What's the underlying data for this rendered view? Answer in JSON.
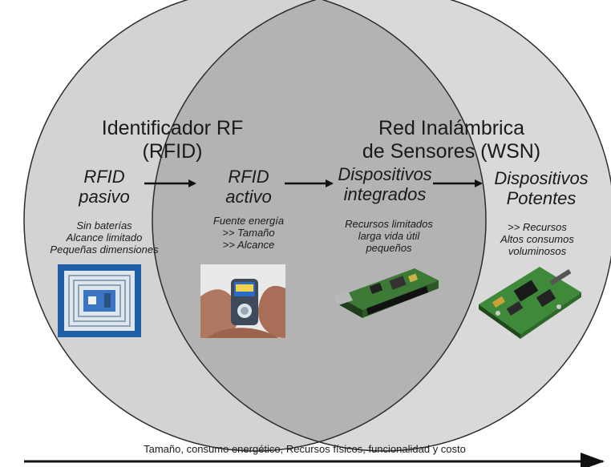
{
  "circles": {
    "left": {
      "title": "Identificador RF\n(RFID)"
    },
    "right": {
      "title": "Red Inalámbrica\nde Sensores (WSN)"
    }
  },
  "stages": [
    {
      "title": "RFID\npasivo",
      "details": "Sin baterías\nAlcance limitado\nPequeñas dimensiones",
      "image": "rfid-tag-icon"
    },
    {
      "title": "RFID\nactivo",
      "details": "Fuente energía\n>> Tamaño\n>> Alcance",
      "image": "active-tag-icon"
    },
    {
      "title": "Dispositivos\nintegrados",
      "details": "Recursos limitados\nlarga vida útil\npequeños",
      "image": "sensor-board-icon"
    },
    {
      "title": "Dispositivos\nPotentes",
      "details": ">> Recursos\nAltos consumos\nvoluminosos",
      "image": "motherboard-icon"
    }
  ],
  "axis": {
    "label": "Tamaño, consumo energético, Recursos físicos, funcionalidad y costo"
  },
  "colors": {
    "left_circle": "#d3d3d3",
    "right_circle": "#d9d9d9",
    "overlap": "#b3b3b3",
    "outline": "#2b2b2b",
    "arrow": "#111111"
  }
}
